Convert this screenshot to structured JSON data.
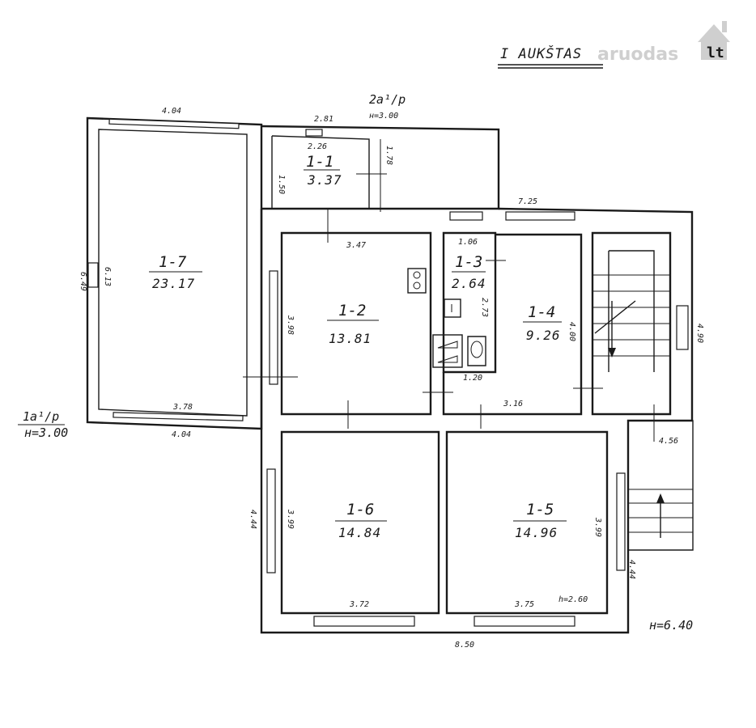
{
  "title": "I AUKŠTAS",
  "watermark": {
    "text": "aruodas",
    "suffix": "lt",
    "color": "#cfcfcf"
  },
  "notes": {
    "top_fraction": "2a¹/p",
    "top_height": "н=3.00",
    "left_fraction": "1a¹/p",
    "left_height": "н=3.00",
    "total_height": "н=6.40",
    "room_height": "h=2.60"
  },
  "rooms": [
    {
      "no": "1-1",
      "area": "3.37"
    },
    {
      "no": "1-2",
      "area": "13.81"
    },
    {
      "no": "1-3",
      "area": "2.64"
    },
    {
      "no": "1-4",
      "area": "9.26"
    },
    {
      "no": "1-5",
      "area": "14.96"
    },
    {
      "no": "1-6",
      "area": "14.84"
    },
    {
      "no": "1-7",
      "area": "23.17"
    }
  ],
  "dimensions": {
    "d_404_top": "4.04",
    "d_281": "2.81",
    "d_226": "2.26",
    "d_150": "1.50",
    "d_178": "1.78",
    "d_725": "7.25",
    "d_347": "3.47",
    "d_106": "1.06",
    "d_649": "6.49",
    "d_613": "6.13",
    "d_398": "3.98",
    "d_273": "2.73",
    "d_400": "4.00",
    "d_490": "4.90",
    "d_120": "1.20",
    "d_316": "3.16",
    "d_378": "3.78",
    "d_404_bottom": "4.04",
    "d_456": "4.56",
    "d_444_left": "4.44",
    "d_399_left": "3.99",
    "d_399_right": "3.99",
    "d_444_right": "4.44",
    "d_372": "3.72",
    "d_375": "3.75",
    "d_850": "8.50"
  }
}
